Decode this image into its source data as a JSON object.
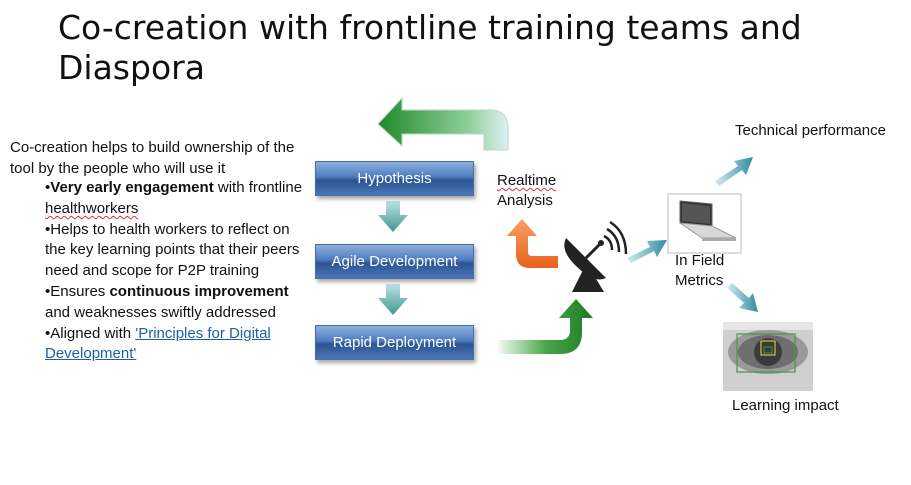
{
  "title": "Co-creation with frontline training teams and Diaspora",
  "intro": "Co-creation helps to build ownership of the  tool by the people who will use it",
  "bullets": {
    "b1_bold": "Very early engagement",
    "b1_rest": " with frontline ",
    "b1_squig": "healthworkers",
    "b2": "Helps to health workers to reflect on the key learning points that their peers need and scope for P2P training",
    "b3_pre": "Ensures ",
    "b3_bold": "continuous improvement",
    "b3_rest": " and weaknesses swiftly addressed",
    "b4_pre": "Aligned with  ",
    "b4_link": "'Principles for Digital Development'"
  },
  "bullet_char": "•",
  "boxes": {
    "hypothesis": "Hypothesis",
    "agile": "Agile Development",
    "rapid": "Rapid Deployment"
  },
  "labels": {
    "realtime": "Realtime",
    "analysis": "Analysis",
    "in_field": "In Field",
    "metrics": "Metrics",
    "technical": "Technical performance",
    "learning": "Learning impact"
  }
}
